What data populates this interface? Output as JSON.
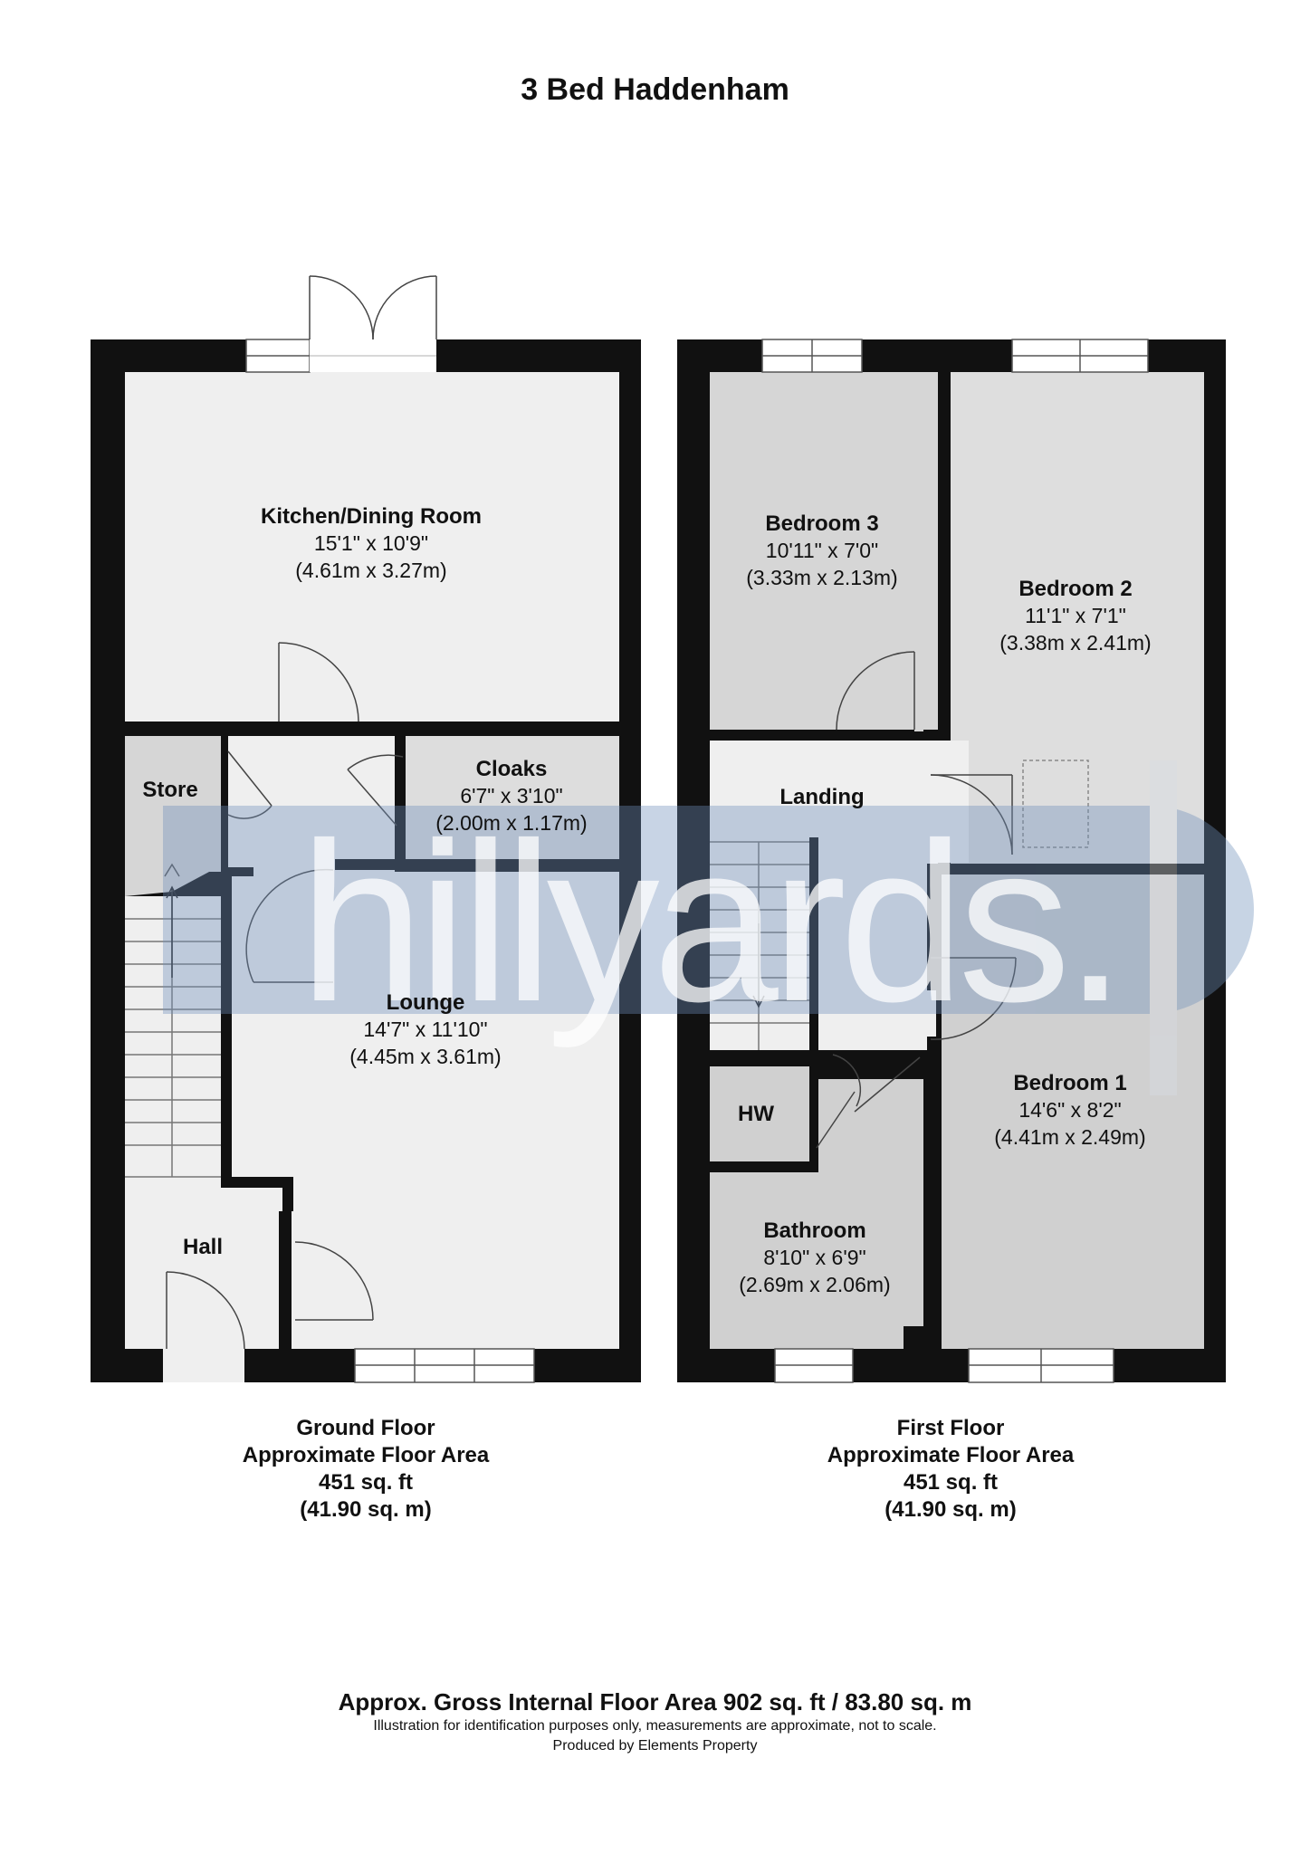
{
  "title": "3 Bed Haddenham",
  "watermark": "hillyards.",
  "colors": {
    "wall": "#111111",
    "room_light": "#efefef",
    "room_mid": "#dddddd",
    "room_dark": "#d0d0d0",
    "watermark_band": "#7f9bbf"
  },
  "ground_floor": {
    "rooms": [
      {
        "name": "Kitchen/Dining Room",
        "imperial": "15'1\" x 10'9\"",
        "metric": "(4.61m x 3.27m)"
      },
      {
        "name": "Store",
        "imperial": "",
        "metric": ""
      },
      {
        "name": "Cloaks",
        "imperial": "6'7\" x 3'10\"",
        "metric": "(2.00m x 1.17m)"
      },
      {
        "name": "Lounge",
        "imperial": "14'7\" x 11'10\"",
        "metric": "(4.45m x 3.61m)"
      },
      {
        "name": "Hall",
        "imperial": "",
        "metric": ""
      }
    ],
    "caption": {
      "floor": "Ground Floor",
      "label": "Approximate Floor Area",
      "sqft": "451 sq. ft",
      "sqm": "(41.90 sq. m)"
    }
  },
  "first_floor": {
    "rooms": [
      {
        "name": "Bedroom 3",
        "imperial": "10'11\" x 7'0\"",
        "metric": "(3.33m x 2.13m)"
      },
      {
        "name": "Bedroom 2",
        "imperial": "11'1\" x 7'1\"",
        "metric": "(3.38m x 2.41m)"
      },
      {
        "name": "Landing",
        "imperial": "",
        "metric": ""
      },
      {
        "name": "HW",
        "imperial": "",
        "metric": ""
      },
      {
        "name": "Bedroom 1",
        "imperial": "14'6\" x 8'2\"",
        "metric": "(4.41m x 2.49m)"
      },
      {
        "name": "Bathroom",
        "imperial": "8'10\" x 6'9\"",
        "metric": "(2.69m x 2.06m)"
      }
    ],
    "caption": {
      "floor": "First Floor",
      "label": "Approximate Floor Area",
      "sqft": "451 sq. ft",
      "sqm": "(41.90 sq. m)"
    }
  },
  "footer": {
    "total": "Approx. Gross Internal Floor Area 902 sq. ft / 83.80 sq. m",
    "note": "Illustration for identification purposes only, measurements are approximate, not to scale.",
    "producer": "Produced by Elements Property"
  }
}
